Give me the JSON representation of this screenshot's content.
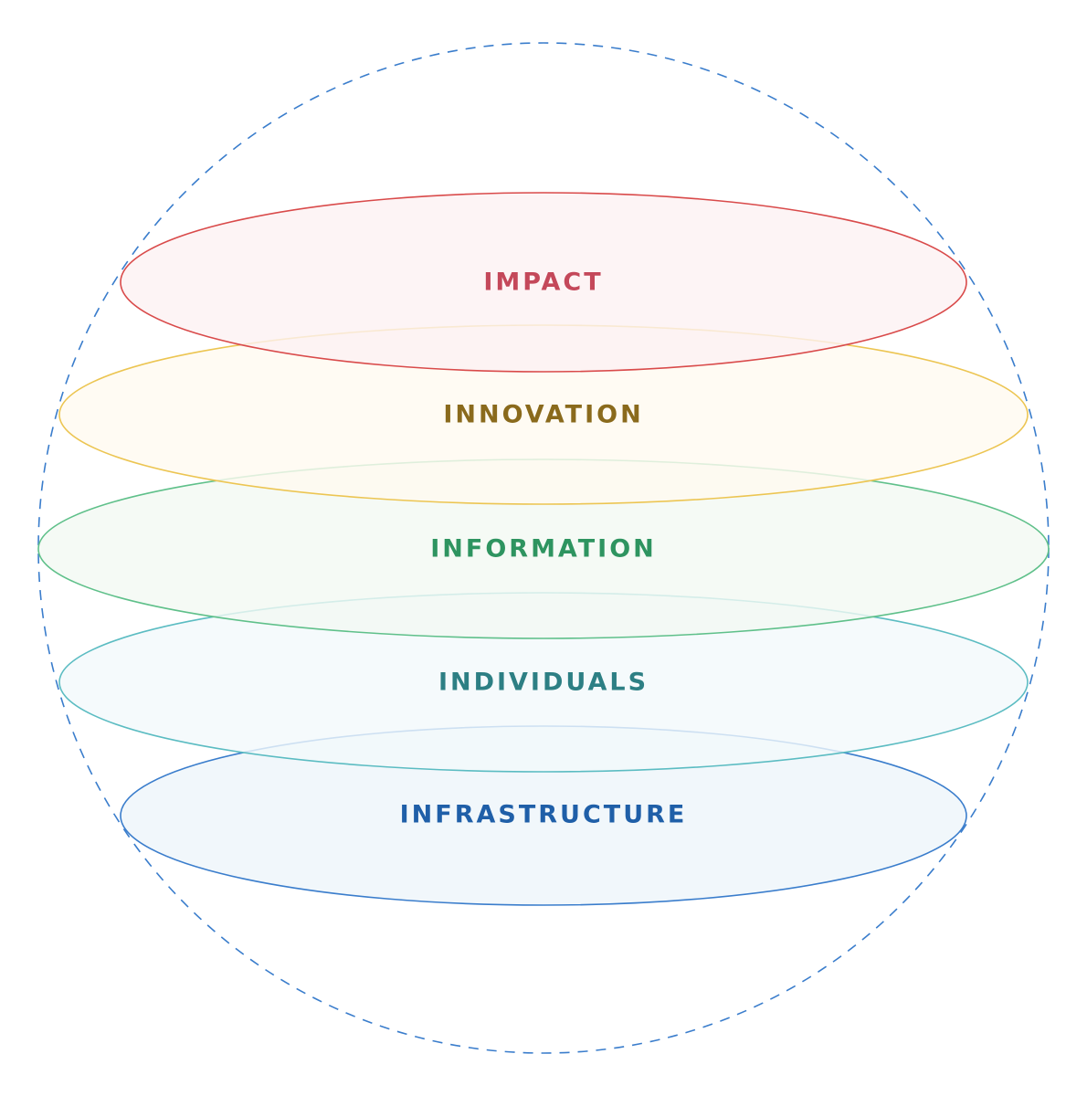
{
  "layers": [
    {
      "label": "IMPACT",
      "stroke": "#d94a4a",
      "fill": "#fdf1f2",
      "text_color": "#c4485a"
    },
    {
      "label": "INNOVATION",
      "stroke": "#ecc552",
      "fill": "#fffaf0",
      "text_color": "#8a6a1c"
    },
    {
      "label": "INFORMATION",
      "stroke": "#5fc08a",
      "fill": "#f3f9f2",
      "text_color": "#2e9460"
    },
    {
      "label": "INDIVIDUALS",
      "stroke": "#5bbcc2",
      "fill": "#f3f9fb",
      "text_color": "#2d7f84"
    },
    {
      "label": "INFRASTRUCTURE",
      "stroke": "#3a7dcc",
      "fill": "#eef5fa",
      "text_color": "#1f5fa8"
    }
  ],
  "boundary": {
    "stroke": "#3a7dcc",
    "style": "dashed"
  }
}
